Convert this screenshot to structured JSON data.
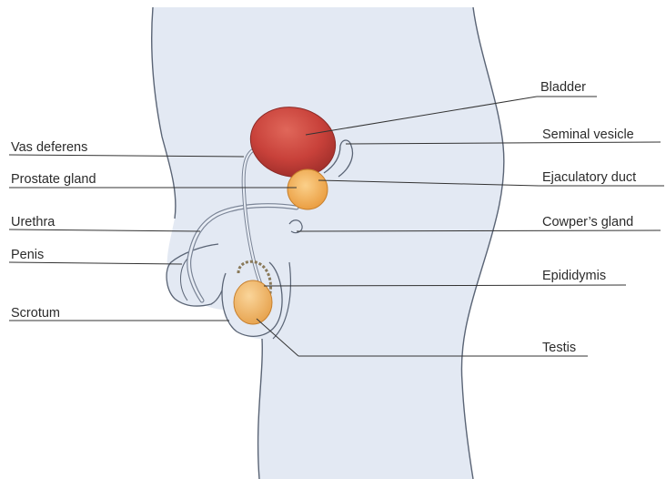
{
  "diagram": {
    "labels": {
      "bladder": "Bladder",
      "vas_deferens": "Vas deferens",
      "seminal_vesicle": "Seminal vesicle",
      "prostate_gland": "Prostate gland",
      "ejaculatory_duct": "Ejaculatory duct",
      "urethra": "Urethra",
      "cowpers_gland": "Cowper’s gland",
      "penis": "Penis",
      "epididymis": "Epididymis",
      "scrotum": "Scrotum",
      "testis": "Testis"
    },
    "colors": {
      "body_fill": "#e3e9f3",
      "outline": "#5a6475",
      "bladder": "#c8413a",
      "prostate": "#f2b45c",
      "testis": "#f0b866",
      "leader_line": "#333333"
    }
  }
}
